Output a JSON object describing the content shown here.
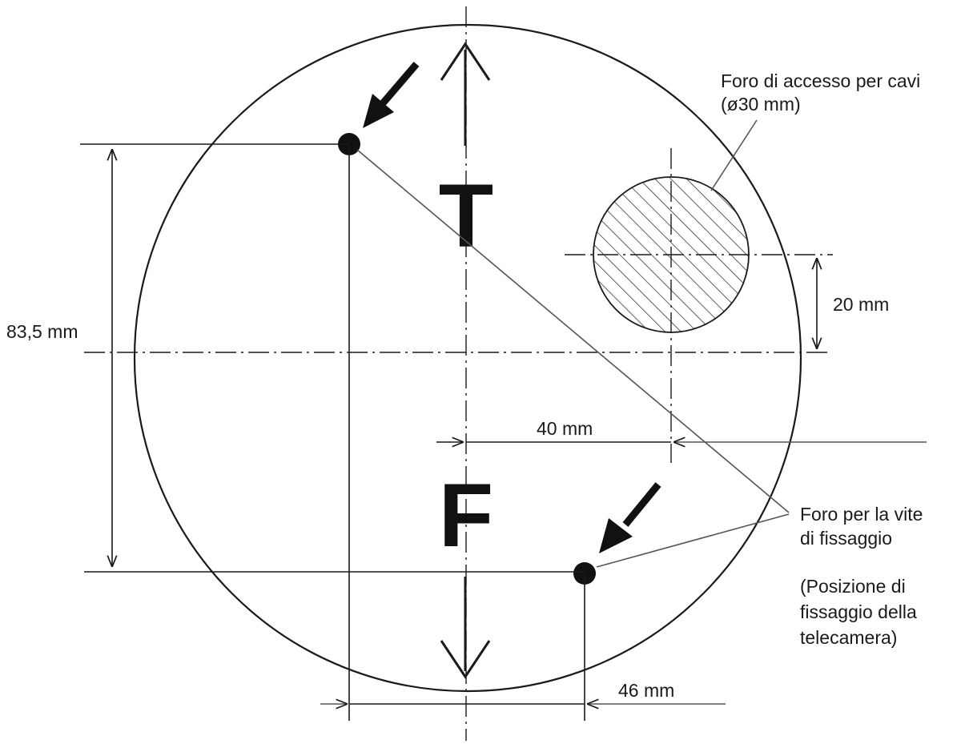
{
  "diagram": {
    "letter_top": "T",
    "letter_bottom": "F",
    "cable_hole_label": {
      "line1": "Foro di accesso per cavi",
      "line2": "(ø30 mm)"
    },
    "screw_hole_label": {
      "line1": "Foro per la vite",
      "line2": "di fissaggio"
    },
    "camera_position_label": {
      "line1": "(Posizione di",
      "line2": "fissaggio della",
      "line3": "telecamera)"
    },
    "dimensions": {
      "height": "83,5 mm",
      "cable_hole_offset_vertical": "20 mm",
      "cable_hole_offset_horizontal": "40 mm",
      "screw_offset_horizontal": "46 mm"
    }
  }
}
